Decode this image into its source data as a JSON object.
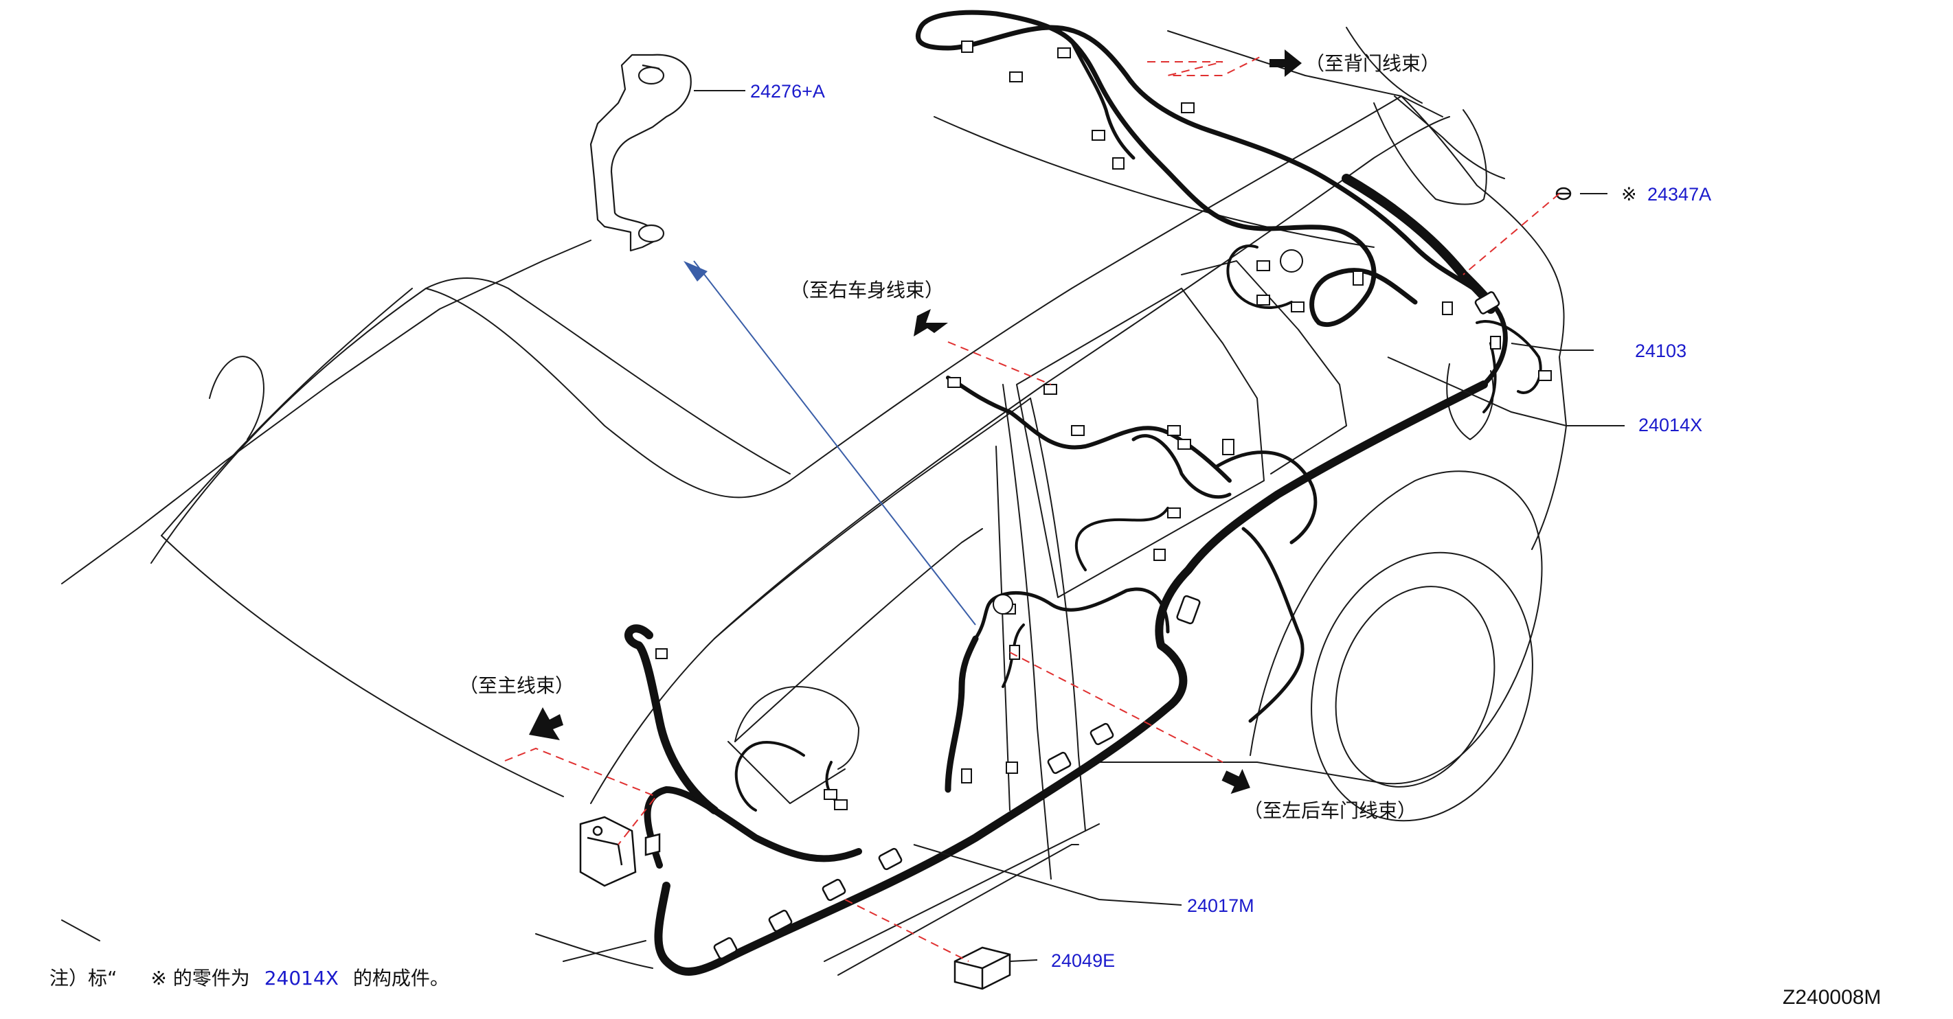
{
  "diagram": {
    "part_labels": {
      "p24276A": "24276+A",
      "p24347A": "24347A",
      "p24103": "24103",
      "p24014X": "24014X",
      "p24017M": "24017M",
      "p24049E": "24049E"
    },
    "special_mark": "※",
    "destinations": {
      "to_back_door": "（至背门线束）",
      "to_right_body": "（至右车身线束）",
      "to_main": "（至主线束）",
      "to_rear_left_door": "（至左后车门线束）"
    },
    "note": {
      "prefix": "注）标“",
      "mark": "※",
      "middle": "的零件为",
      "part": "24014X",
      "suffix": "的构成件。"
    },
    "figure_code": "Z240008M",
    "colors": {
      "harness": "#111111",
      "outline": "#1a1a1a",
      "part_label": "#1a1acc",
      "leader": "#3a5ea8",
      "dashed": "#e03030"
    }
  }
}
